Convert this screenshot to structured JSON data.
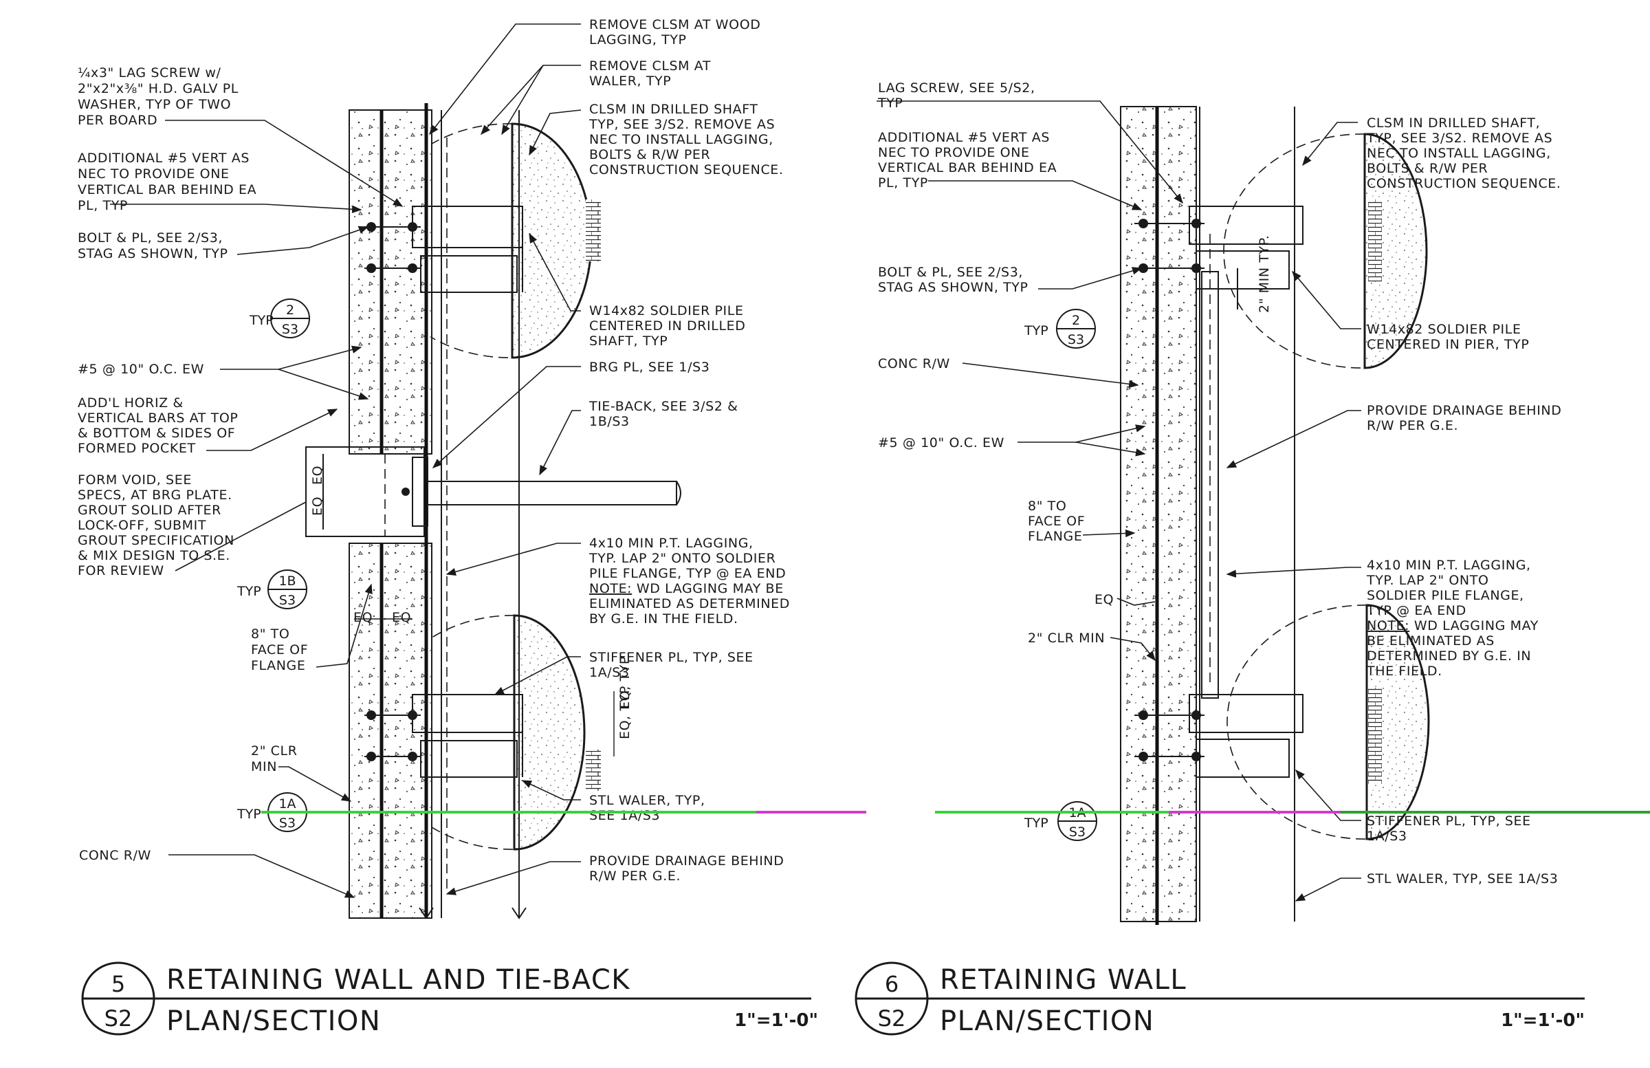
{
  "detail5": {
    "bubble": {
      "number": "5",
      "sheet": "S2"
    },
    "title": "RETAINING WALL AND TIE-BACK",
    "subtitle": "PLAN/SECTION",
    "scale": "1\"=1'-0\"",
    "notes_left": [
      [
        "¼x3\" LAG SCREW w/",
        "2\"x2\"x⅜\" H.D. GALV PL",
        "WASHER, TYP OF TWO",
        "PER BOARD"
      ],
      [
        "ADDITIONAL #5 VERT AS",
        "NEC TO PROVIDE ONE",
        "VERTICAL BAR BEHIND EA",
        "PL, TYP"
      ],
      [
        "BOLT & PL, SEE 2/S3,",
        "STAG AS SHOWN, TYP"
      ],
      [
        "#5 @ 10\" O.C. EW"
      ],
      [
        "ADD'L HORIZ &",
        "VERTICAL BARS AT TOP",
        "& BOTTOM & SIDES OF",
        "FORMED POCKET"
      ],
      [
        "FORM VOID, SEE",
        "SPECS, AT BRG PLATE.",
        "GROUT SOLID AFTER",
        "LOCK-OFF, SUBMIT",
        "GROUT SPECIFICATION",
        "& MIX DESIGN TO S.E.",
        "FOR REVIEW"
      ],
      [
        "8\" TO",
        "FACE OF",
        "FLANGE"
      ],
      [
        "2\" CLR",
        "MIN"
      ],
      [
        "CONC R/W"
      ]
    ],
    "notes_right": [
      [
        "REMOVE CLSM AT WOOD",
        "LAGGING, TYP"
      ],
      [
        "REMOVE CLSM AT",
        "WALER, TYP"
      ],
      [
        "CLSM IN DRILLED SHAFT",
        "TYP, SEE 3/S2. REMOVE AS",
        "NEC TO INSTALL LAGGING,",
        "BOLTS & R/W PER",
        "CONSTRUCTION SEQUENCE."
      ],
      [
        "W14x82 SOLDIER PILE",
        "CENTERED IN DRILLED",
        "SHAFT, TYP"
      ],
      [
        "BRG PL, SEE 1/S3"
      ],
      [
        "TIE-BACK, SEE 3/S2 &",
        "1B/S3"
      ],
      [
        "4x10 MIN P.T. LAGGING,",
        "TYP. LAP 2\" ONTO SOLDIER",
        "PILE FLANGE, TYP @ EA END"
      ],
      [
        "NOTE:",
        " WD LAGGING MAY BE"
      ],
      [
        "ELIMINATED AS DETERMINED",
        "BY G.E. IN THE FIELD."
      ],
      [
        "STIFFENER PL, TYP, SEE",
        "1A/S3"
      ],
      [
        "STL WALER, TYP,",
        "SEE 1A/S3"
      ],
      [
        "PROVIDE DRAINAGE BEHIND",
        "R/W PER G.E."
      ]
    ],
    "refs": [
      {
        "typ": "TYP",
        "top": "2",
        "bottom": "S3"
      },
      {
        "typ": "TYP",
        "top": "1B",
        "bottom": "S3"
      },
      {
        "typ": "TYP",
        "top": "1A",
        "bottom": "S3"
      }
    ],
    "dims": {
      "eq": "EQ",
      "eq_typ": "EQ, TYP"
    }
  },
  "detail6": {
    "bubble": {
      "number": "6",
      "sheet": "S2"
    },
    "title": "RETAINING WALL",
    "subtitle": "PLAN/SECTION",
    "scale": "1\"=1'-0\"",
    "notes_left": [
      [
        "LAG SCREW, SEE 5/S2,",
        "TYP"
      ],
      [
        "ADDITIONAL #5 VERT AS",
        "NEC TO PROVIDE ONE",
        "VERTICAL BAR BEHIND EA",
        "PL, TYP"
      ],
      [
        "BOLT & PL, SEE 2/S3,",
        "STAG AS SHOWN, TYP"
      ],
      [
        "CONC R/W"
      ],
      [
        "#5 @ 10\" O.C. EW"
      ],
      [
        "8\" TO",
        "FACE OF",
        "FLANGE"
      ],
      [
        "EQ"
      ],
      [
        "2\" CLR MIN"
      ]
    ],
    "notes_right": [
      [
        "CLSM IN DRILLED SHAFT,",
        "TYP, SEE 3/S2. REMOVE AS",
        "NEC TO INSTALL LAGGING,",
        "BOLTS & R/W PER",
        "CONSTRUCTION SEQUENCE."
      ],
      [
        "W14x82 SOLDIER PILE",
        "CENTERED IN PIER, TYP"
      ],
      [
        "PROVIDE DRAINAGE BEHIND",
        "R/W PER G.E."
      ],
      [
        "4x10 MIN P.T. LAGGING,",
        "TYP. LAP 2\" ONTO",
        "SOLDIER PILE FLANGE,",
        "TYP @ EA END"
      ],
      [
        "NOTE:",
        " WD LAGGING MAY"
      ],
      [
        "BE ELIMINATED AS",
        "DETERMINED BY G.E. IN",
        "THE FIELD."
      ],
      [
        "STIFFENER PL, TYP, SEE",
        "1A/S3"
      ],
      [
        "STL WALER, TYP, SEE 1A/S3"
      ]
    ],
    "refs": [
      {
        "typ": "TYP",
        "top": "2",
        "bottom": "S3"
      },
      {
        "typ": "TYP",
        "top": "1A",
        "bottom": "S3"
      }
    ],
    "dims": {
      "min_typ": "2\" MIN TYP."
    }
  }
}
